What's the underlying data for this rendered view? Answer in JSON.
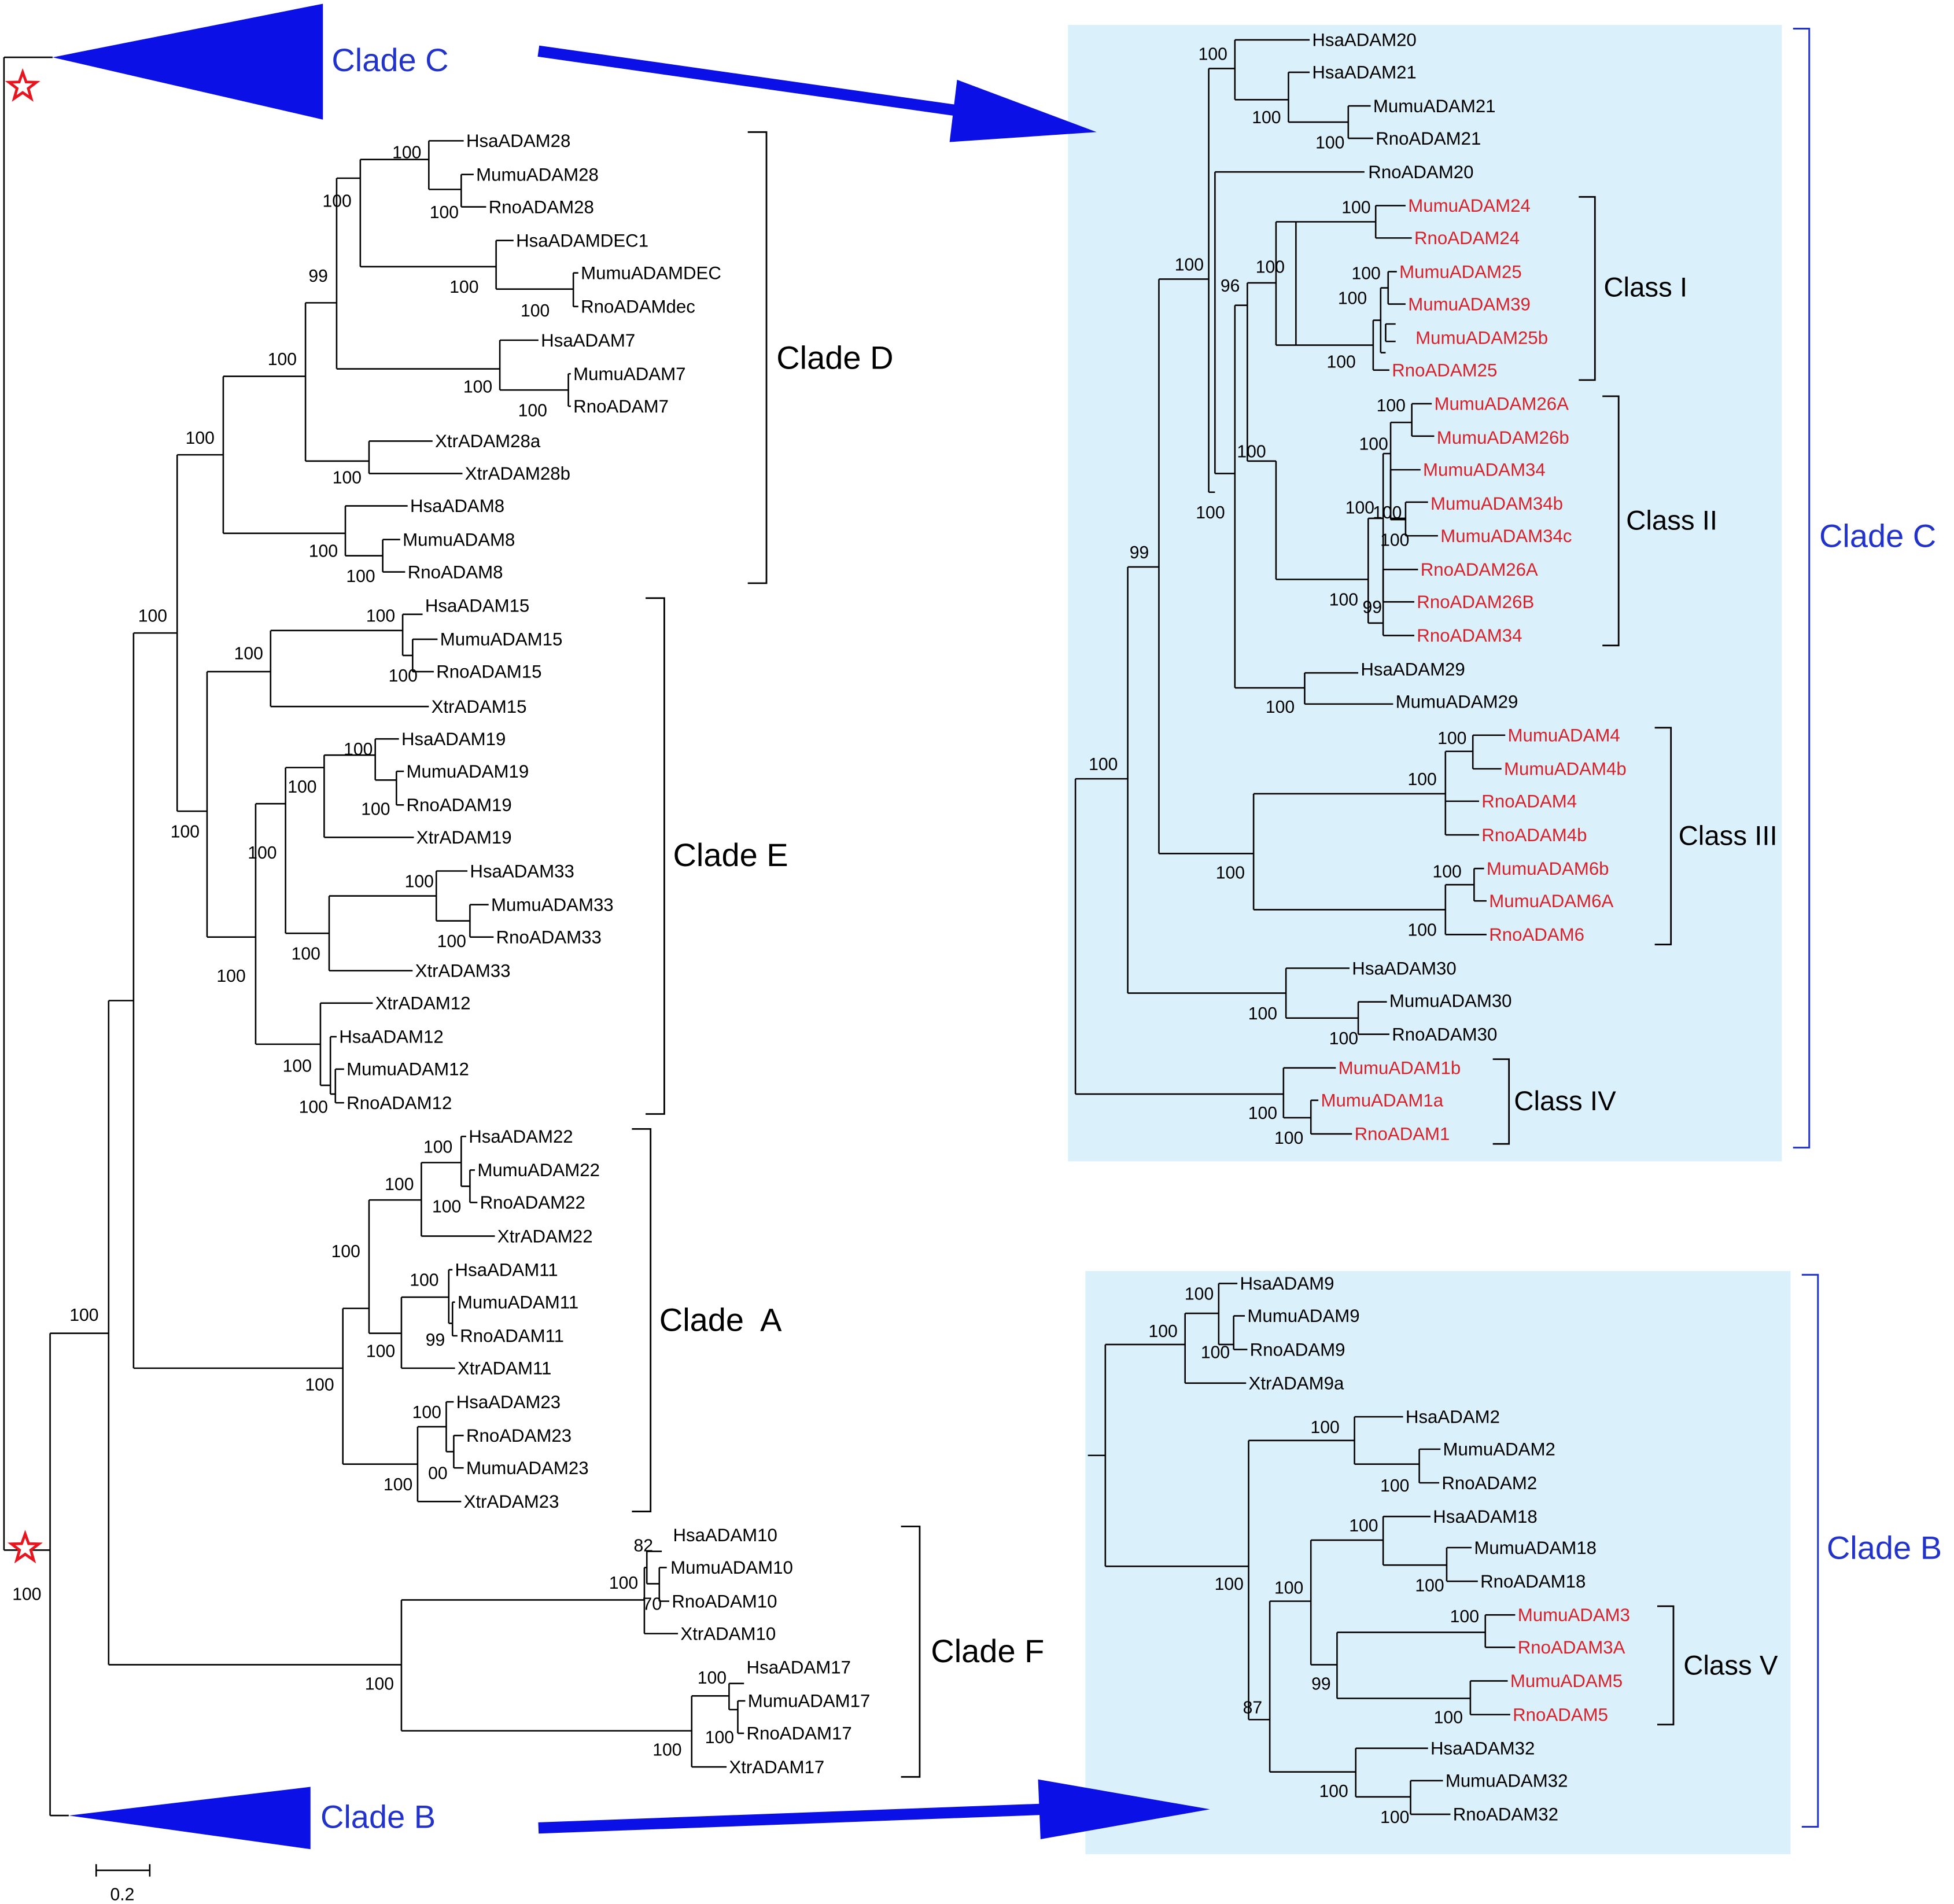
{
  "colors": {
    "black": "#000000",
    "red_label": "#d8212a",
    "clade_blue": "#2233cc",
    "arrow_blue": "#0a10e6",
    "panel_bg": "#daf1fb",
    "star_red": "#e8141e"
  },
  "scale_bar": {
    "label": "0.2"
  },
  "star_support": "100",
  "main_tree": {
    "clades": {
      "D": "Clade D",
      "E": "Clade E",
      "A": "Clade  A",
      "F": "Clade F"
    },
    "collapsed": {
      "C": "Clade C",
      "B": "Clade B"
    },
    "leaves": {
      "d1": "HsaADAM28",
      "d2": "MumuADAM28",
      "d3": "RnoADAM28",
      "d4": "HsaADAMDEC1",
      "d5": "MumuADAMDEC",
      "d6": "RnoADAMdec",
      "d7": "HsaADAM7",
      "d8": "MumuADAM7",
      "d9": "RnoADAM7",
      "d10": "XtrADAM28a",
      "d11": "XtrADAM28b",
      "d12": "HsaADAM8",
      "d13": "MumuADAM8",
      "d14": "RnoADAM8",
      "e1": "HsaADAM15",
      "e2": "MumuADAM15",
      "e3": "RnoADAM15",
      "e4": "XtrADAM15",
      "e5": "HsaADAM19",
      "e6": "MumuADAM19",
      "e7": "RnoADAM19",
      "e8": "XtrADAM19",
      "e9": "HsaADAM33",
      "e10": "MumuADAM33",
      "e11": "RnoADAM33",
      "e12": "XtrADAM33",
      "e13": "XtrADAM12",
      "e14": "HsaADAM12",
      "e15": "MumuADAM12",
      "e16": "RnoADAM12",
      "a1": "HsaADAM22",
      "a2": "MumuADAM22",
      "a3": "RnoADAM22",
      "a4": "XtrADAM22",
      "a5": "HsaADAM11",
      "a6": "MumuADAM11",
      "a7": "RnoADAM11",
      "a8": "XtrADAM11",
      "a9": "HsaADAM23",
      "a10": "RnoADAM23",
      "a11": "MumuADAM23",
      "a12": "XtrADAM23",
      "f1": "HsaADAM10",
      "f2": "MumuADAM10",
      "f3": "RnoADAM10",
      "f4": "XtrADAM10",
      "f5": "HsaADAM17",
      "f6": "MumuADAM17",
      "f7": "RnoADAM17",
      "f8": "XtrADAM17"
    },
    "support": {
      "s1": "100",
      "s2": "100",
      "s3": "100",
      "s4": "100",
      "s5": "100",
      "s6": "99",
      "s7": "100",
      "s8": "100",
      "s9": "100",
      "s10": "100",
      "s11": "100",
      "s12": "100",
      "s13": "100",
      "s14": "100",
      "s15": "100",
      "s16": "100",
      "s17": "100",
      "s18": "100",
      "s19": "100",
      "s20": "100",
      "s21": "100",
      "s22": "100",
      "s23": "100",
      "s24": "100",
      "s25": "100",
      "s26": "100",
      "s27": "100",
      "s28": "100",
      "s29": "100",
      "s30": "100",
      "s31": "100",
      "s32": "100",
      "s33": "100",
      "s34": "100",
      "s35": "99",
      "s36": "100",
      "s37": "100",
      "s38": "100",
      "s39": "00",
      "s40": "100",
      "s41": "100",
      "s42": "100",
      "s43": "82",
      "s44": "100",
      "s45": "70",
      "s46": "100",
      "s47": "100",
      "s48": "100",
      "s49": "100",
      "s50": "100"
    }
  },
  "clade_c_panel": {
    "bracket_label": "Clade C",
    "classes": {
      "I": "Class I",
      "II": "Class II",
      "III": "Class III",
      "IV": "Class IV"
    },
    "leaves": {
      "c1": "HsaADAM20",
      "c2": "HsaADAM21",
      "c3": "MumuADAM21",
      "c4": "RnoADAM21",
      "c5": "RnoADAM20",
      "c6": "MumuADAM24",
      "c7": "RnoADAM24",
      "c8": "MumuADAM25",
      "c9": "MumuADAM39",
      "c10": "MumuADAM25b",
      "c11": "RnoADAM25",
      "c12": "MumuADAM26A",
      "c13": "MumuADAM26b",
      "c14": "MumuADAM34",
      "c15": "MumuADAM34b",
      "c16": "MumuADAM34c",
      "c17": "RnoADAM26A",
      "c18": "RnoADAM26B",
      "c19": "RnoADAM34",
      "c20": "HsaADAM29",
      "c21": "MumuADAM29",
      "c22": "MumuADAM4",
      "c23": "MumuADAM4b",
      "c24": "RnoADAM4",
      "c25": "RnoADAM4b",
      "c26": "MumuADAM6b",
      "c27": "MumuADAM6A",
      "c28": "RnoADAM6",
      "c29": "HsaADAM30",
      "c30": "MumuADAM30",
      "c31": "RnoADAM30",
      "c32": "MumuADAM1b",
      "c33": "MumuADAM1a",
      "c34": "RnoADAM1"
    },
    "support": {
      "t1": "100",
      "t2": "100",
      "t3": "100",
      "t4": "100",
      "t5": "96",
      "t6": "100",
      "t7": "100",
      "t8": "100",
      "t9": "100",
      "t10": "100",
      "t11": "100",
      "t12": "100",
      "t13": "100",
      "t14": "100",
      "t15": "100",
      "t16": "100",
      "t17": "100",
      "t18": "99",
      "t19": "100",
      "t20": "99",
      "t21": "100",
      "t22": "100",
      "t23": "100",
      "t24": "100",
      "t25": "100",
      "t26": "100",
      "t27": "100",
      "t28": "100",
      "t29": "100",
      "t30": "100",
      "t31": "100",
      "t32": "100"
    }
  },
  "clade_b_panel": {
    "bracket_label": "Clade B",
    "classes": {
      "V": "Class V"
    },
    "leaves": {
      "b1": "HsaADAM9",
      "b2": "MumuADAM9",
      "b3": "RnoADAM9",
      "b4": "XtrADAM9a",
      "b5": "HsaADAM2",
      "b6": "MumuADAM2",
      "b7": "RnoADAM2",
      "b8": "HsaADAM18",
      "b9": "MumuADAM18",
      "b10": "RnoADAM18",
      "b11": "MumuADAM3",
      "b12": "RnoADAM3A",
      "b13": "MumuADAM5",
      "b14": "RnoADAM5",
      "b15": "HsaADAM32",
      "b16": "MumuADAM32",
      "b17": "RnoADAM32"
    },
    "support": {
      "u1": "100",
      "u2": "100",
      "u3": "100",
      "u4": "100",
      "u5": "100",
      "u6": "100",
      "u7": "100",
      "u8": "100",
      "u9": "100",
      "u10": "99",
      "u11": "100",
      "u12": "87",
      "u13": "100",
      "u14": "100"
    }
  }
}
